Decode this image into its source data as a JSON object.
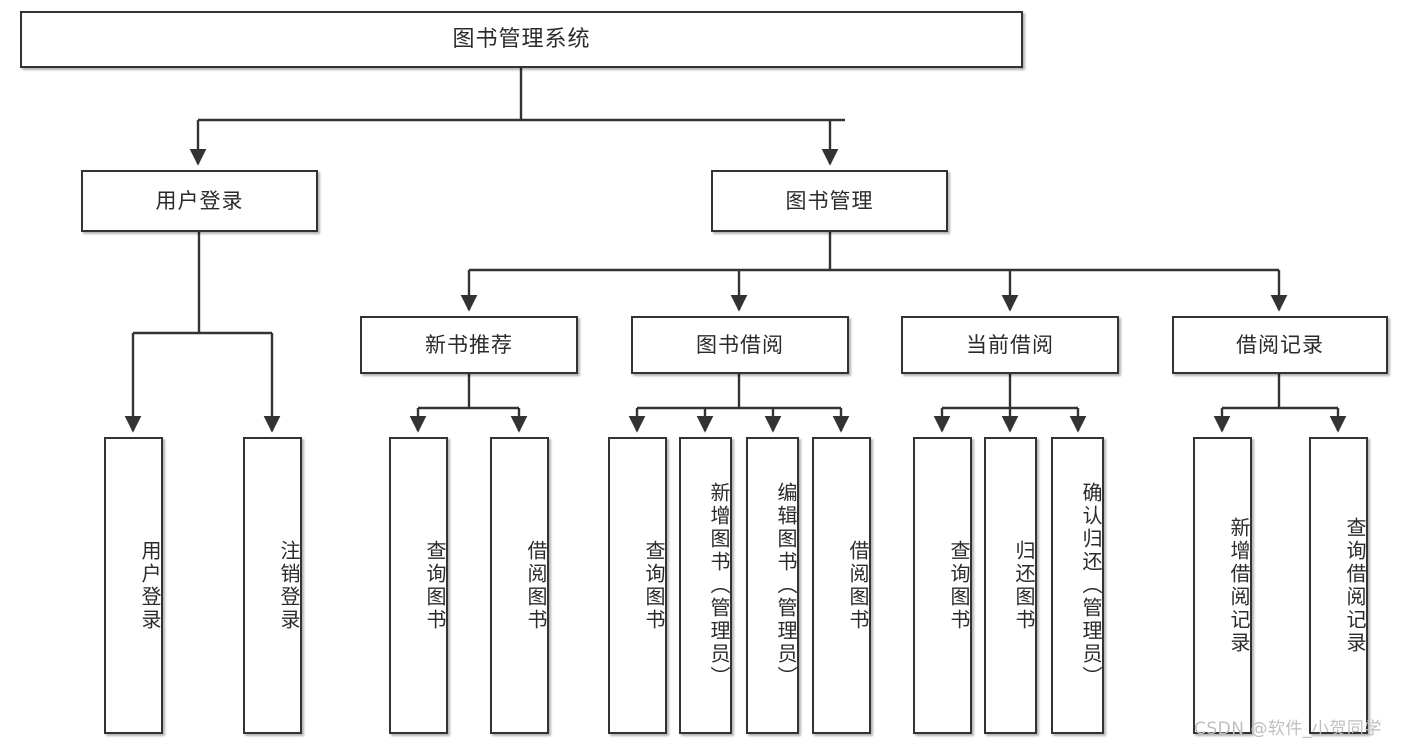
{
  "diagram": {
    "title": "图书管理系统",
    "type": "tree-hierarchy-chart",
    "colors": {
      "border": "#333333",
      "fill": "#ffffff",
      "text": "#2b2b2b",
      "connector": "#333333",
      "watermark": "#bfbfbf"
    },
    "root": {
      "label": "图书管理系统"
    },
    "level1": [
      {
        "label": "用户登录"
      },
      {
        "label": "图书管理"
      }
    ],
    "level2": [
      {
        "label": "新书推荐"
      },
      {
        "label": "图书借阅"
      },
      {
        "label": "当前借阅"
      },
      {
        "label": "借阅记录"
      }
    ],
    "leaves": {
      "user_login": [
        {
          "label": "用户登录"
        },
        {
          "label": "注销登录"
        }
      ],
      "new_book_recommend": [
        {
          "label": "查询图书"
        },
        {
          "label": "借阅图书"
        }
      ],
      "book_borrow": [
        {
          "label": "查询图书"
        },
        {
          "label": "新增图书（管理员）"
        },
        {
          "label": "编辑图书（管理员）"
        },
        {
          "label": "借阅图书"
        }
      ],
      "current_borrow": [
        {
          "label": "查询图书"
        },
        {
          "label": "归还图书"
        },
        {
          "label": "确认归还（管理员）"
        }
      ],
      "borrow_record": [
        {
          "label": "新增借阅记录"
        },
        {
          "label": "查询借阅记录"
        }
      ]
    }
  },
  "watermark": {
    "text": "CSDN @软件_小贺同学"
  }
}
